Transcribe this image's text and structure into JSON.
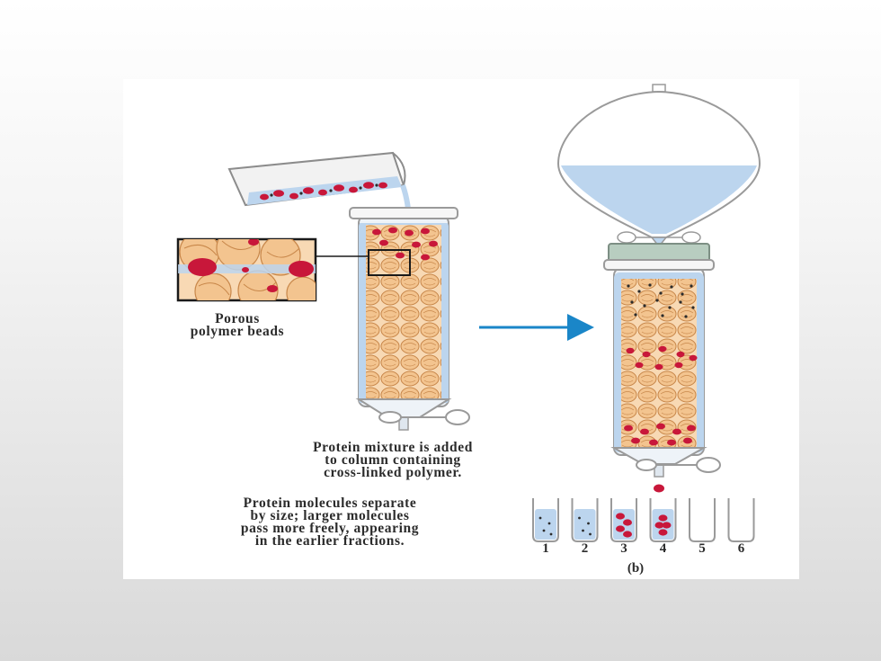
{
  "labels": {
    "beads": [
      "Porous",
      "polymer beads"
    ],
    "mixture": [
      "Protein mixture is added",
      "to column containing",
      "cross-linked polymer."
    ],
    "separate": [
      "Protein molecules separate",
      "by size; larger molecules",
      "pass more freely, appearing",
      "in the earlier fractions."
    ],
    "panel": "(b)"
  },
  "fractions": [
    {
      "number": "1",
      "content": "small-protein"
    },
    {
      "number": "2",
      "content": "small-protein"
    },
    {
      "number": "3",
      "content": "large-protein"
    },
    {
      "number": "4",
      "content": "large-protein"
    },
    {
      "number": "5",
      "content": "empty"
    },
    {
      "number": "6",
      "content": "empty"
    }
  ],
  "colors": {
    "bead": "#f3c48f",
    "bead_outline": "#c8874a",
    "large_protein": "#c8173a",
    "small_protein": "#2b2b2b",
    "buffer": "#bcd5ee",
    "arrow": "#1a86c8"
  },
  "icons": [
    "beaker-icon",
    "chromatography-column-icon",
    "separatory-funnel-icon",
    "stopcock-icon",
    "test-tube-icon",
    "arrow-right-icon"
  ]
}
